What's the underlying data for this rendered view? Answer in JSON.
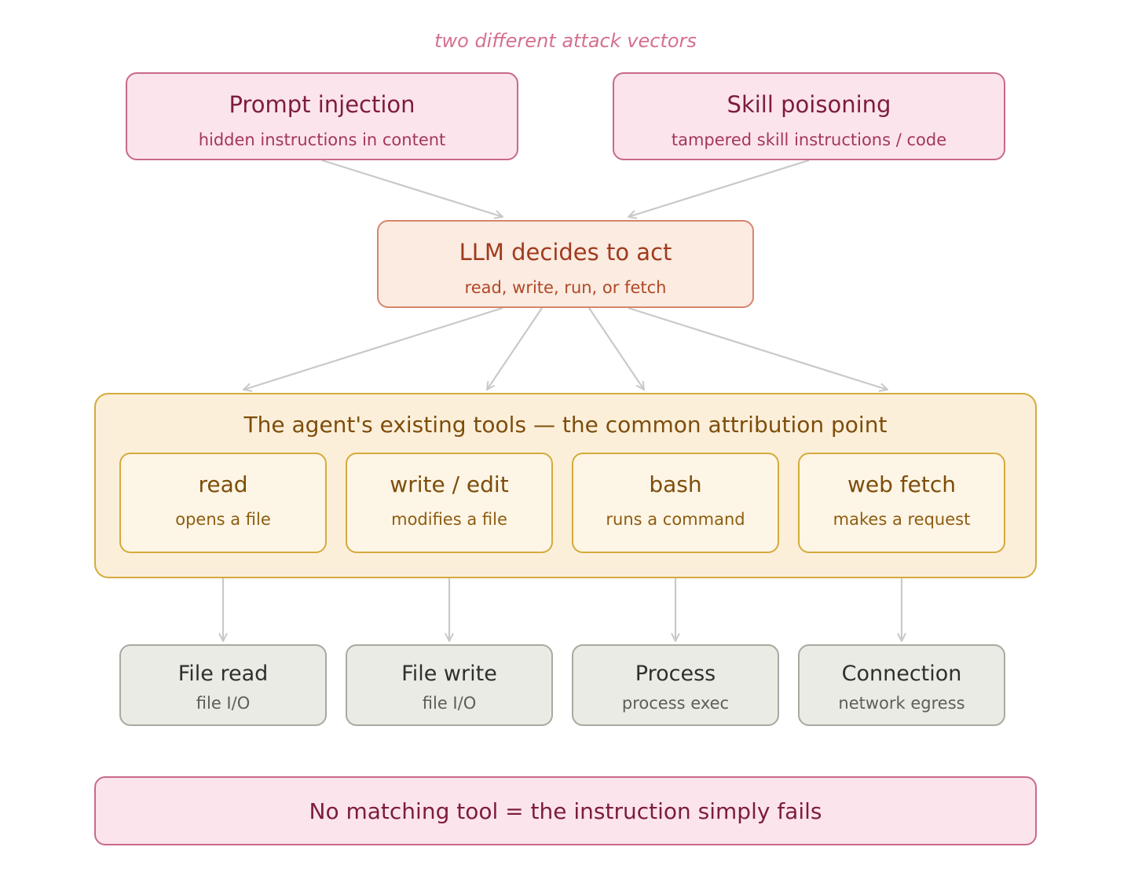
{
  "caption": "two different attack vectors",
  "vectors": [
    {
      "title": "Prompt injection",
      "subtitle": "hidden instructions in content"
    },
    {
      "title": "Skill poisoning",
      "subtitle": "tampered skill instructions / code"
    }
  ],
  "decision": {
    "title": "LLM decides to act",
    "subtitle": "read, write, run, or fetch"
  },
  "tools_group": {
    "title": "The agent's existing tools — the common attribution point"
  },
  "tools": [
    {
      "title": "read",
      "subtitle": "opens a file"
    },
    {
      "title": "write / edit",
      "subtitle": "modifies a file"
    },
    {
      "title": "bash",
      "subtitle": "runs a command"
    },
    {
      "title": "web fetch",
      "subtitle": "makes a request"
    }
  ],
  "effects": [
    {
      "title": "File read",
      "subtitle": "file I/O"
    },
    {
      "title": "File write",
      "subtitle": "file I/O"
    },
    {
      "title": "Process",
      "subtitle": "process exec"
    },
    {
      "title": "Connection",
      "subtitle": "network egress"
    }
  ],
  "footer": {
    "text": "No matching tool = the instruction simply fails"
  },
  "colors": {
    "arrow": "#c9c9c9",
    "vector_fill": "#fce4ec",
    "decision_fill": "#fbebe1",
    "tools_fill": "#fcefda",
    "effect_fill": "#ebebe5"
  }
}
